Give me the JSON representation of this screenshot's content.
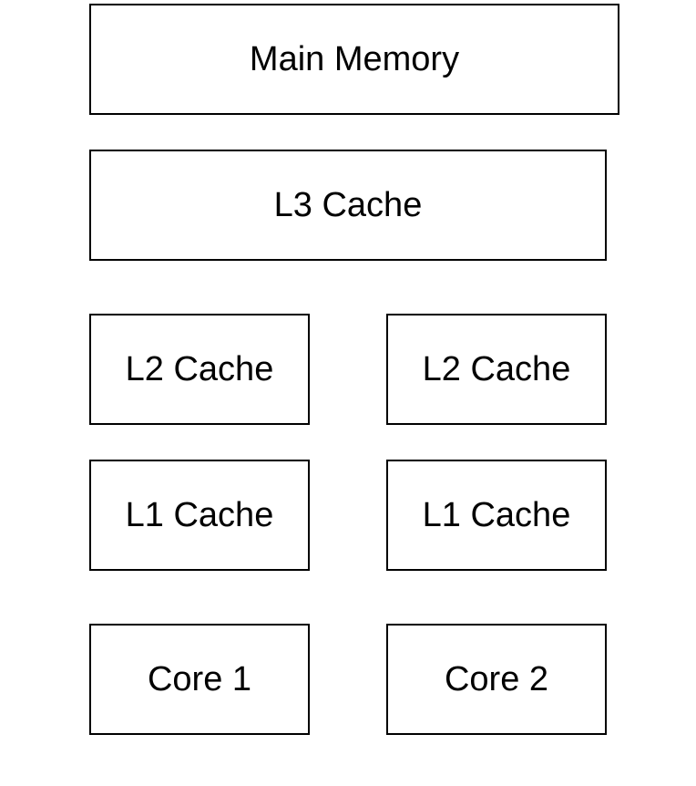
{
  "diagram": {
    "main_memory": "Main Memory",
    "l3_cache": "L3 Cache",
    "l2_caches": [
      "L2 Cache",
      "L2 Cache"
    ],
    "l1_caches": [
      "L1 Cache",
      "L1 Cache"
    ],
    "cores": [
      "Core 1",
      "Core 2"
    ]
  }
}
